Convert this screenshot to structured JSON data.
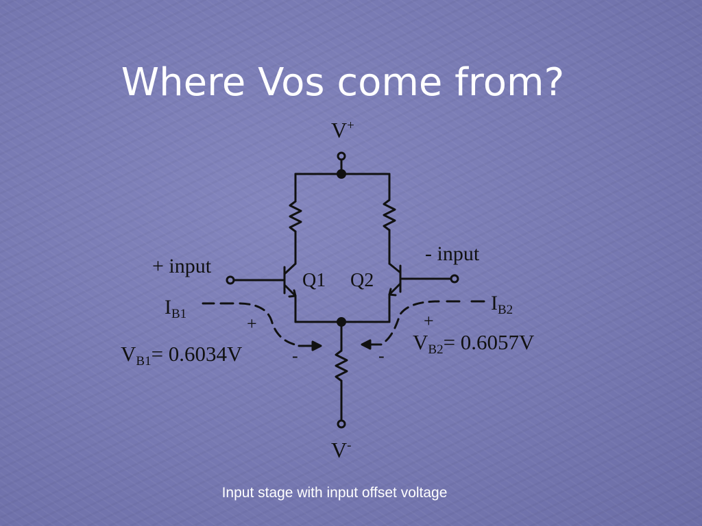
{
  "slide": {
    "title": "Where Vos come from?",
    "caption": "Input stage with input offset voltage"
  },
  "circuit": {
    "vplus": "V",
    "vplus_sup": "+",
    "vminus": "V",
    "vminus_sup": "-",
    "plus_input": "+ input",
    "minus_input": "- input",
    "q1": "Q1",
    "q2": "Q2",
    "ib1": "I",
    "ib1_sub": "B1",
    "ib2": "I",
    "ib2_sub": "B2",
    "vb1": "V",
    "vb1_sub": "B1",
    "vb1_value": "= 0.6034V",
    "vb2": "V",
    "vb2_sub": "B2",
    "vb2_value": "= 0.6057V",
    "plus_sign": "+",
    "minus_sign": "-"
  },
  "colors": {
    "background": "#7779b2",
    "title_text": "#ffffff",
    "ink": "#111111"
  }
}
